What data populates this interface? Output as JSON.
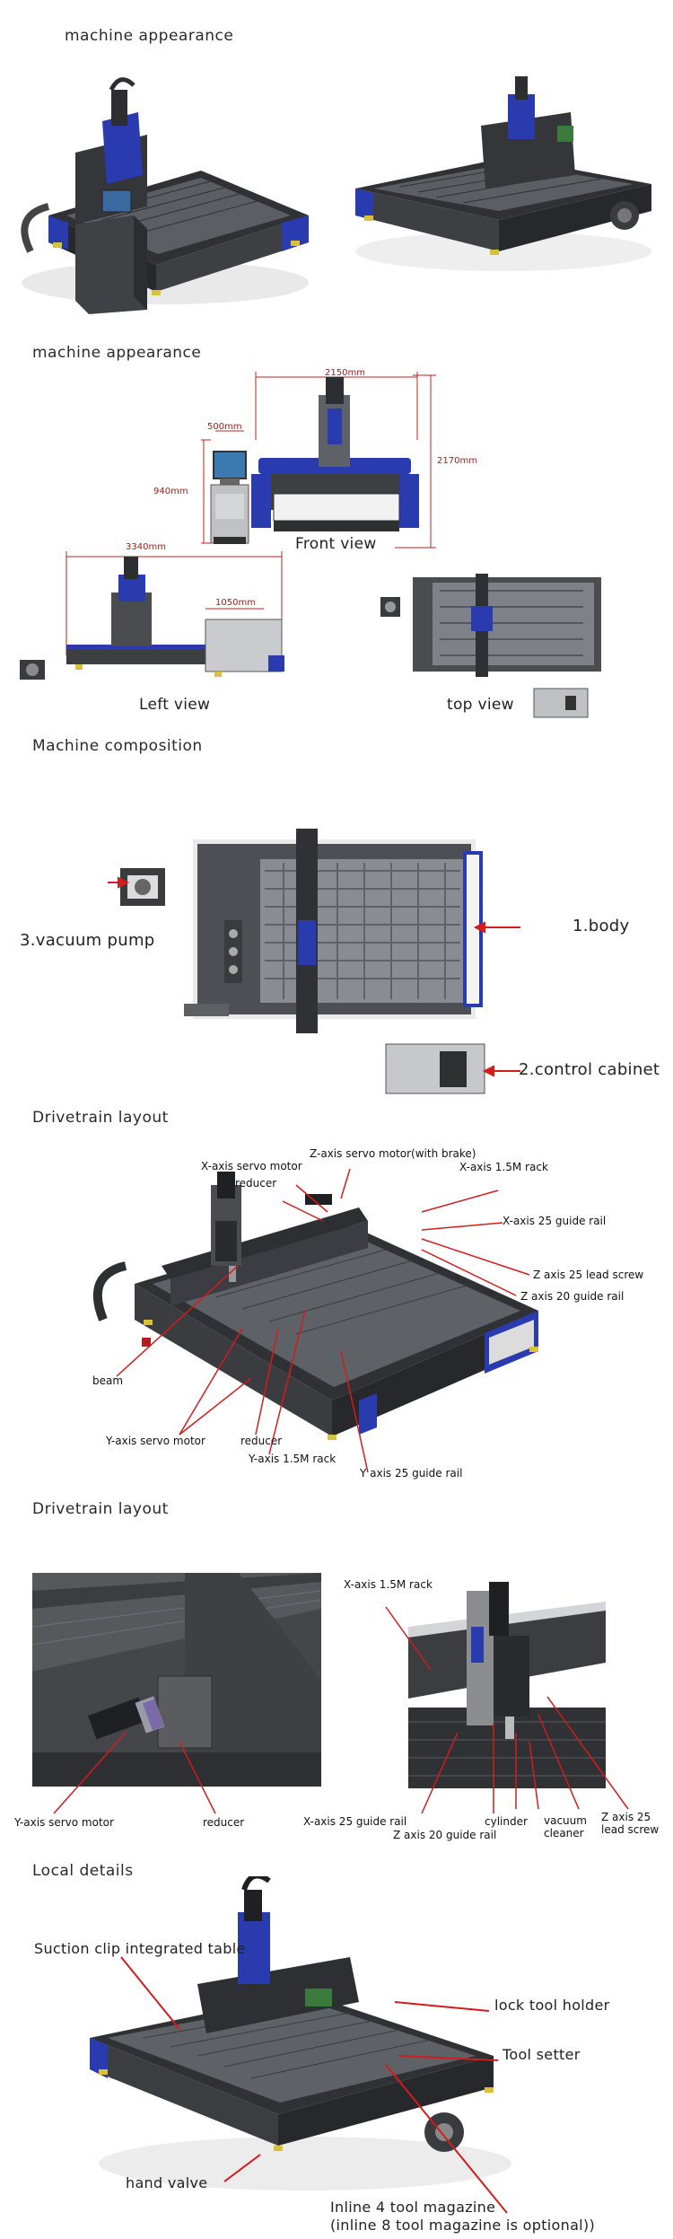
{
  "sections": {
    "s1": "machine appearance",
    "s2": "machine appearance",
    "s3": "Machine composition",
    "s4": "Drivetrain layout",
    "s5": "Drivetrain layout",
    "s6": "Local details"
  },
  "views": {
    "front": "Front view",
    "left": "Left view",
    "top": "top view"
  },
  "dimensions": {
    "width_top": "2150mm",
    "height_right": "2170mm",
    "cabinet_w": "500mm",
    "cabinet_h": "940mm",
    "length": "3340mm",
    "cabinet_d": "1050mm"
  },
  "composition": {
    "body": "1.body",
    "cabinet": "2.control cabinet",
    "pump": "3.vacuum pump"
  },
  "drivetrain": {
    "x_servo": "X-axis servo motor",
    "z_servo": "Z-axis servo motor(with brake)",
    "reducer_top": "reducer",
    "x_rack": "X-axis 1.5M rack",
    "x_rail": "X-axis 25 guide rail",
    "z_screw": "Z axis 25 lead screw",
    "z_rail": "Z axis 20 guide rail",
    "beam": "beam",
    "y_servo": "Y-axis servo motor",
    "reducer_bottom": "reducer",
    "y_rack": "Y-axis 1.5M rack",
    "y_rail": "Y axis 25 guide rail"
  },
  "drivetrain2": {
    "y_servo": "Y-axis servo motor",
    "reducer": "reducer",
    "x_rack": "X-axis 1.5M rack",
    "x_rail": "X-axis 25 guide rail",
    "z_rail": "Z axis 20 guide rail",
    "cylinder": "cylinder",
    "vacuum_1": "vacuum",
    "vacuum_2": "cleaner",
    "z_screw_1": "Z axis 25",
    "z_screw_2": "lead screw"
  },
  "local": {
    "table": "Suction clip integrated table",
    "lock": "lock tool holder",
    "setter": "Tool setter",
    "valve": "hand valve",
    "magazine_1": "Inline 4 tool magazine",
    "magazine_2": "(inline 8 tool magazine is optional))"
  },
  "colors": {
    "machine_dark": "#3d3f43",
    "machine_blue": "#2a3bb0",
    "label_red": "#d31c1c",
    "dim_red": "#b01818"
  }
}
